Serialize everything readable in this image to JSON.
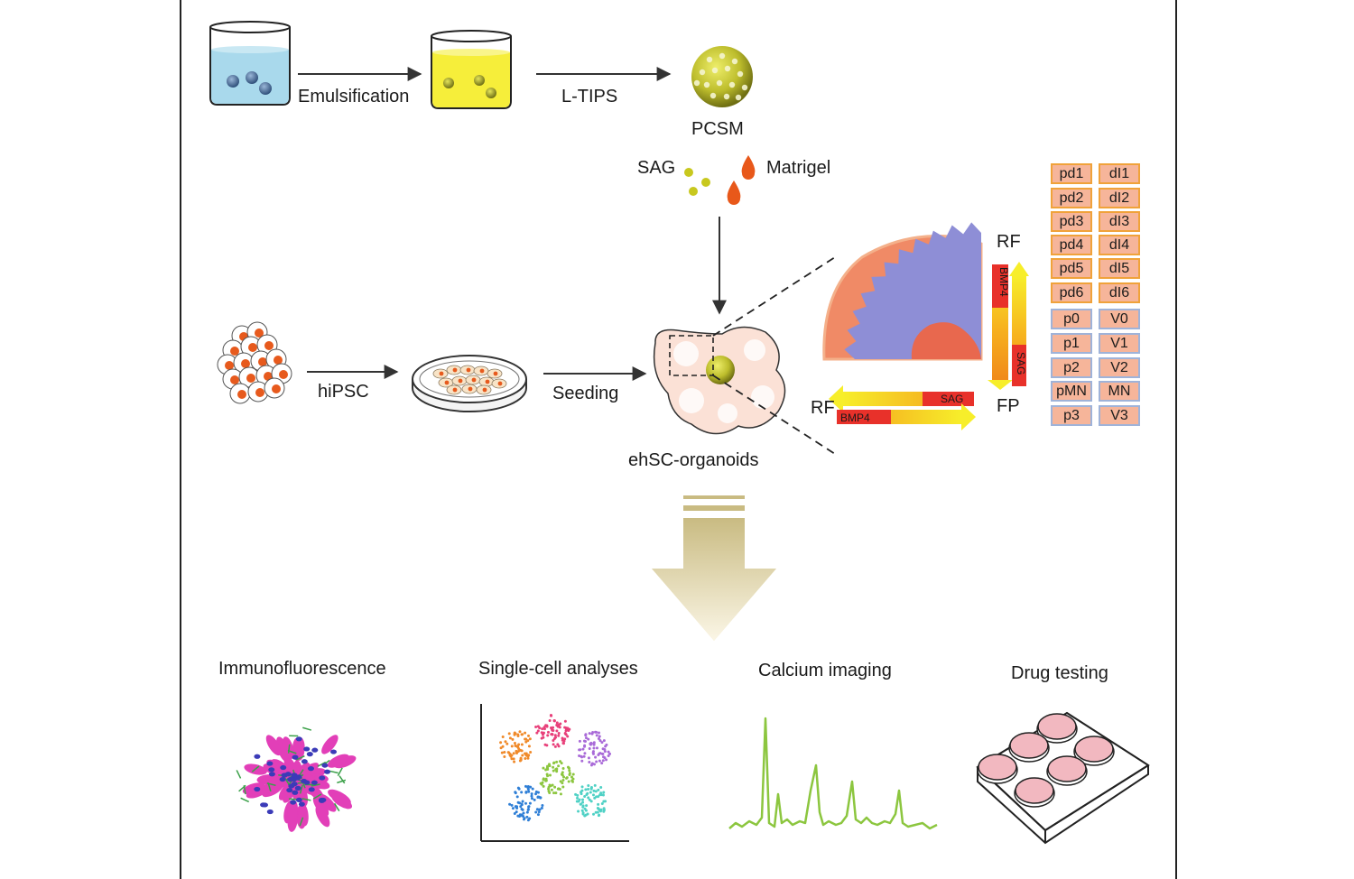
{
  "labels": {
    "emulsification": "Emulsification",
    "ltips": "L-TIPS",
    "pcsm": "PCSM",
    "sag": "SAG",
    "matrigel": "Matrigel",
    "hipsc": "hiPSC",
    "seeding": "Seeding",
    "organoids": "ehSC-organoids",
    "rf_top": "RF",
    "rf_left": "RF",
    "fp": "FP",
    "bmp4_vertical": "BMP4",
    "sag_vertical": "SAG",
    "sag_horizontal": "SAG",
    "bmp4_horizontal": "BMP4"
  },
  "domains": {
    "progenitors": [
      "pd1",
      "pd2",
      "pd3",
      "pd4",
      "pd5",
      "pd6",
      "p0",
      "p1",
      "p2",
      "pMN",
      "p3"
    ],
    "neurons": [
      "dI1",
      "dI2",
      "dI3",
      "dI4",
      "dI5",
      "dI6",
      "V0",
      "V1",
      "V2",
      "MN",
      "V3"
    ]
  },
  "analyses": [
    {
      "label": "Immunofluorescence",
      "icon": "immunofluorescence-icon"
    },
    {
      "label": "Single-cell analyses",
      "icon": "scatter-cluster-icon"
    },
    {
      "label": "Calcium imaging",
      "icon": "calcium-trace-icon"
    },
    {
      "label": "Drug testing",
      "icon": "well-plate-icon"
    }
  ],
  "colors": {
    "beaker_blue": "#a9d9ec",
    "beaker_yellow": "#f6ee3a",
    "pcsm_olive": "#b8b82e",
    "matrigel": "#e8581a",
    "cell_orange": "#e75a1d",
    "organoid": "#fbe1d6",
    "tube_outer": "#f08a66",
    "tube_inner": "#8e8ed6",
    "gradient_red": "#e8312a",
    "gradient_yellow": "#f7ee2a",
    "calcium_green": "#8cc63f",
    "plate_pink": "#f2b8c0"
  }
}
